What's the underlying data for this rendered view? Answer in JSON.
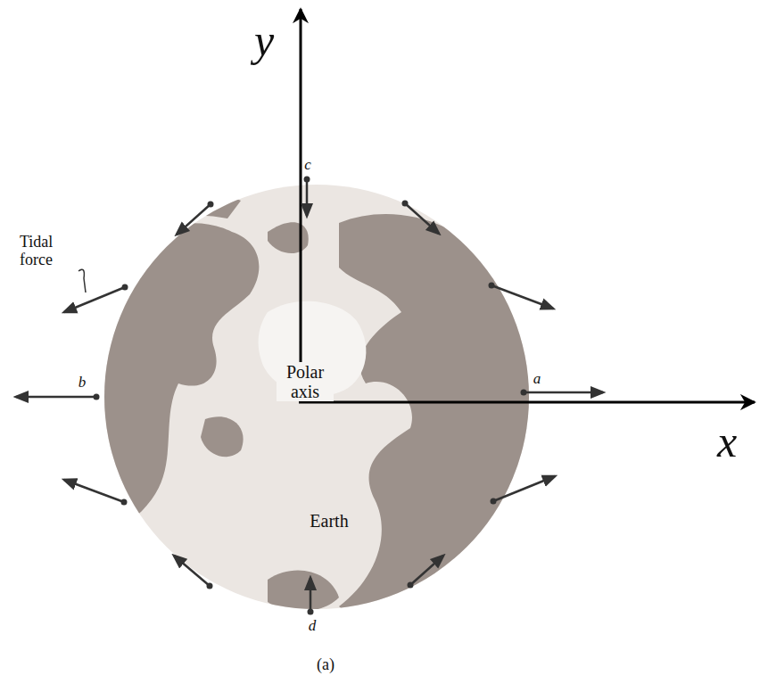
{
  "diagram": {
    "labels": [
      "y",
      "c",
      "Tidal force",
      "b",
      "Polar axis",
      "a",
      "x",
      "Earth",
      "d",
      "(a)"
    ]
  }
}
